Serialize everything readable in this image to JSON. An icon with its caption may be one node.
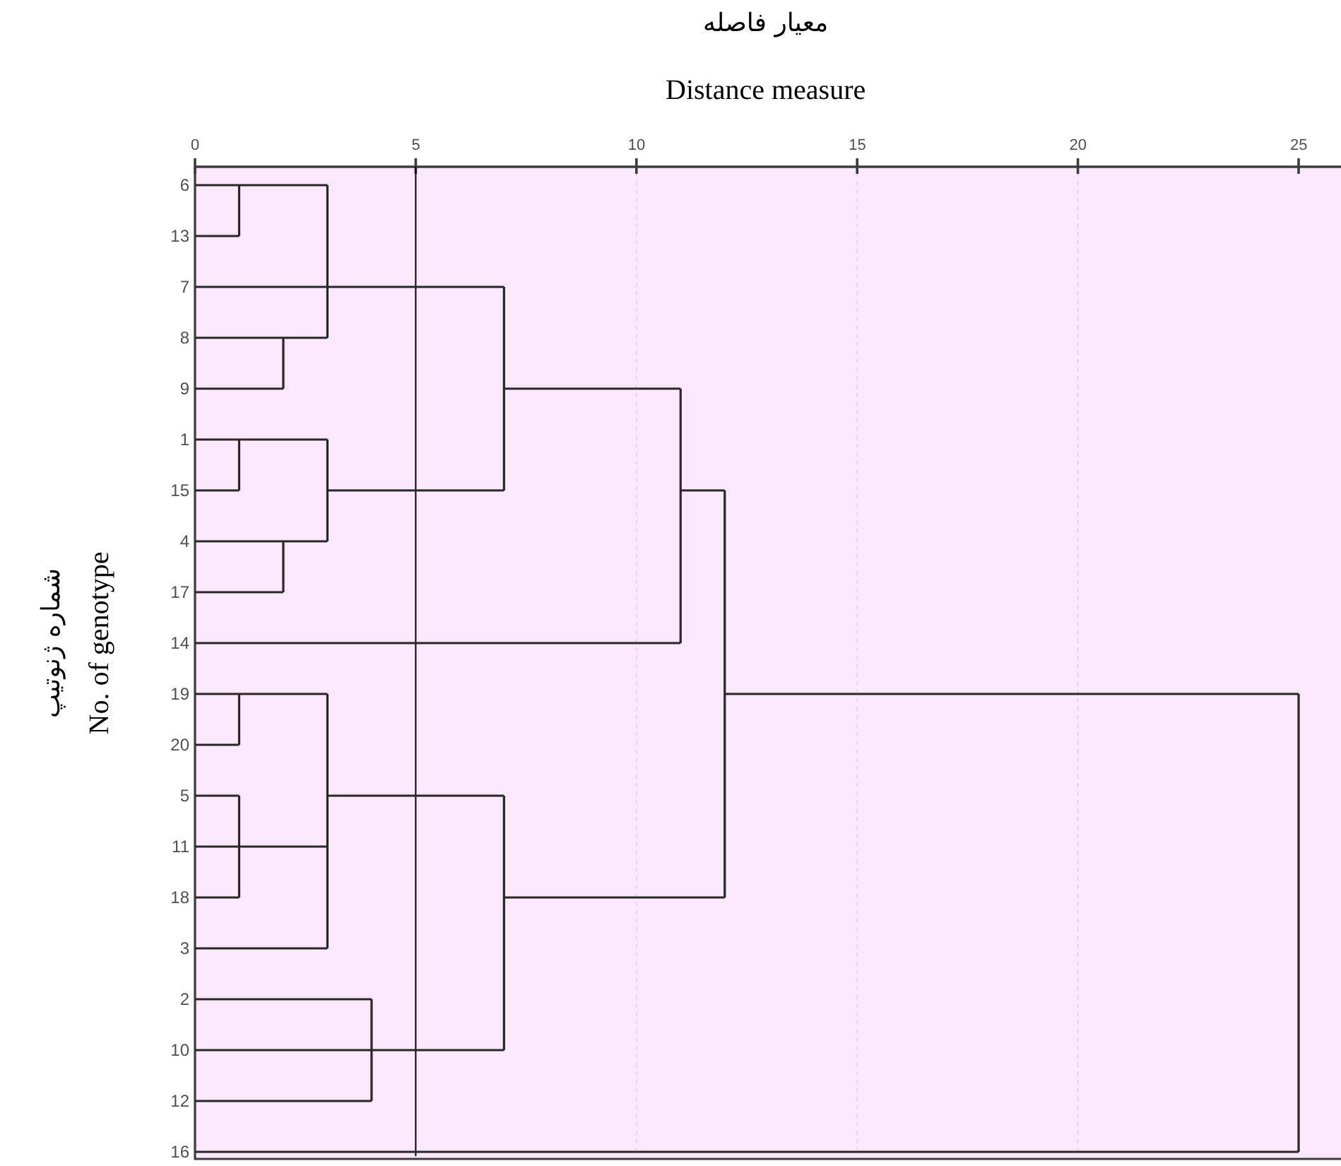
{
  "diagram": {
    "labels": [
      "معیار فاصله",
      "Distance measure",
      "0",
      "5",
      "10",
      "15",
      "20",
      "25",
      "شماره ژنوتیپ",
      "No. of genotype",
      "6",
      "13",
      "7",
      "8",
      "9",
      "1",
      "15",
      "4",
      "17",
      "14",
      "19",
      "20",
      "5",
      "11",
      "18",
      "3",
      "2",
      "10",
      "12",
      "16"
    ]
  }
}
